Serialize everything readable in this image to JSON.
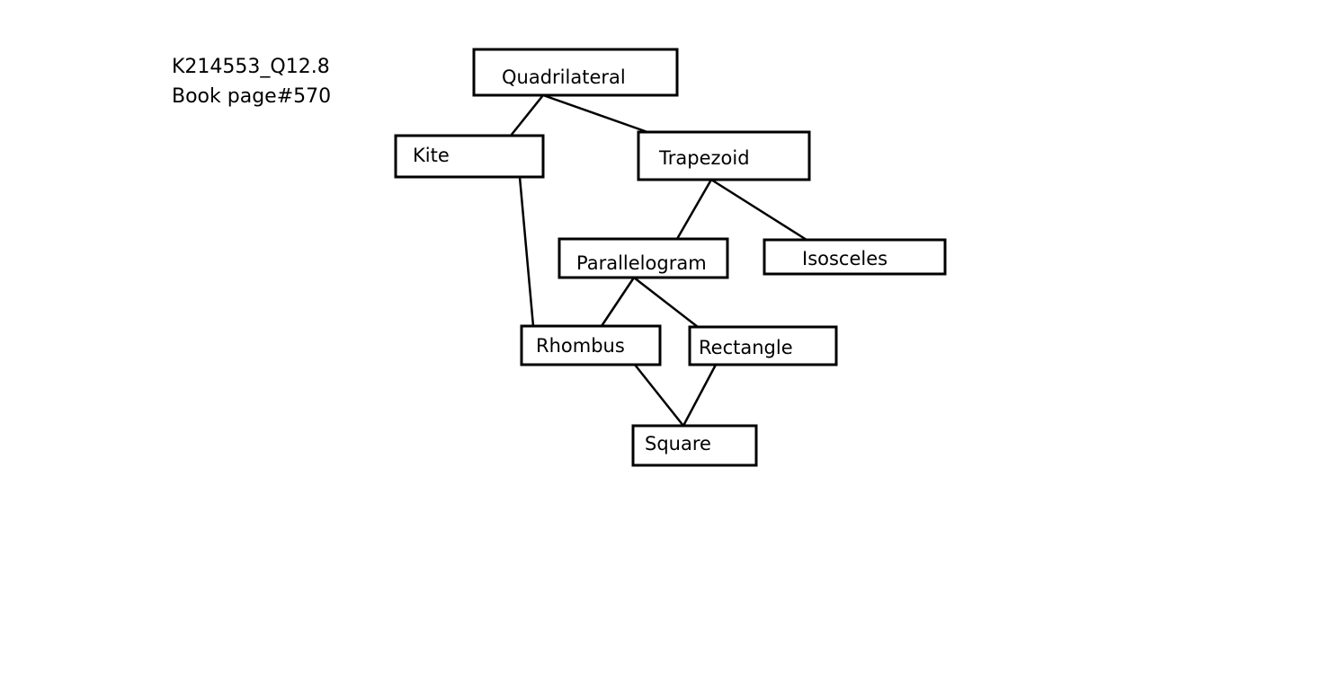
{
  "header": {
    "id_label": "K214553_Q12.8",
    "page_label": "Book page#570"
  },
  "nodes": [
    {
      "id": "quadrilateral",
      "label": "Quadrilateral"
    },
    {
      "id": "kite",
      "label": "Kite"
    },
    {
      "id": "trapezoid",
      "label": "Trapezoid"
    },
    {
      "id": "parallelogram",
      "label": "Parallelogram"
    },
    {
      "id": "isosceles",
      "label": "Isosceles"
    },
    {
      "id": "rhombus",
      "label": "Rhombus"
    },
    {
      "id": "rectangle",
      "label": "Rectangle"
    },
    {
      "id": "square",
      "label": "Square"
    }
  ],
  "edges": [
    {
      "from": "quadrilateral",
      "to": "kite"
    },
    {
      "from": "quadrilateral",
      "to": "trapezoid"
    },
    {
      "from": "trapezoid",
      "to": "parallelogram"
    },
    {
      "from": "trapezoid",
      "to": "isosceles"
    },
    {
      "from": "kite",
      "to": "rhombus"
    },
    {
      "from": "parallelogram",
      "to": "rhombus"
    },
    {
      "from": "parallelogram",
      "to": "rectangle"
    },
    {
      "from": "rhombus",
      "to": "square"
    },
    {
      "from": "rectangle",
      "to": "square"
    }
  ]
}
